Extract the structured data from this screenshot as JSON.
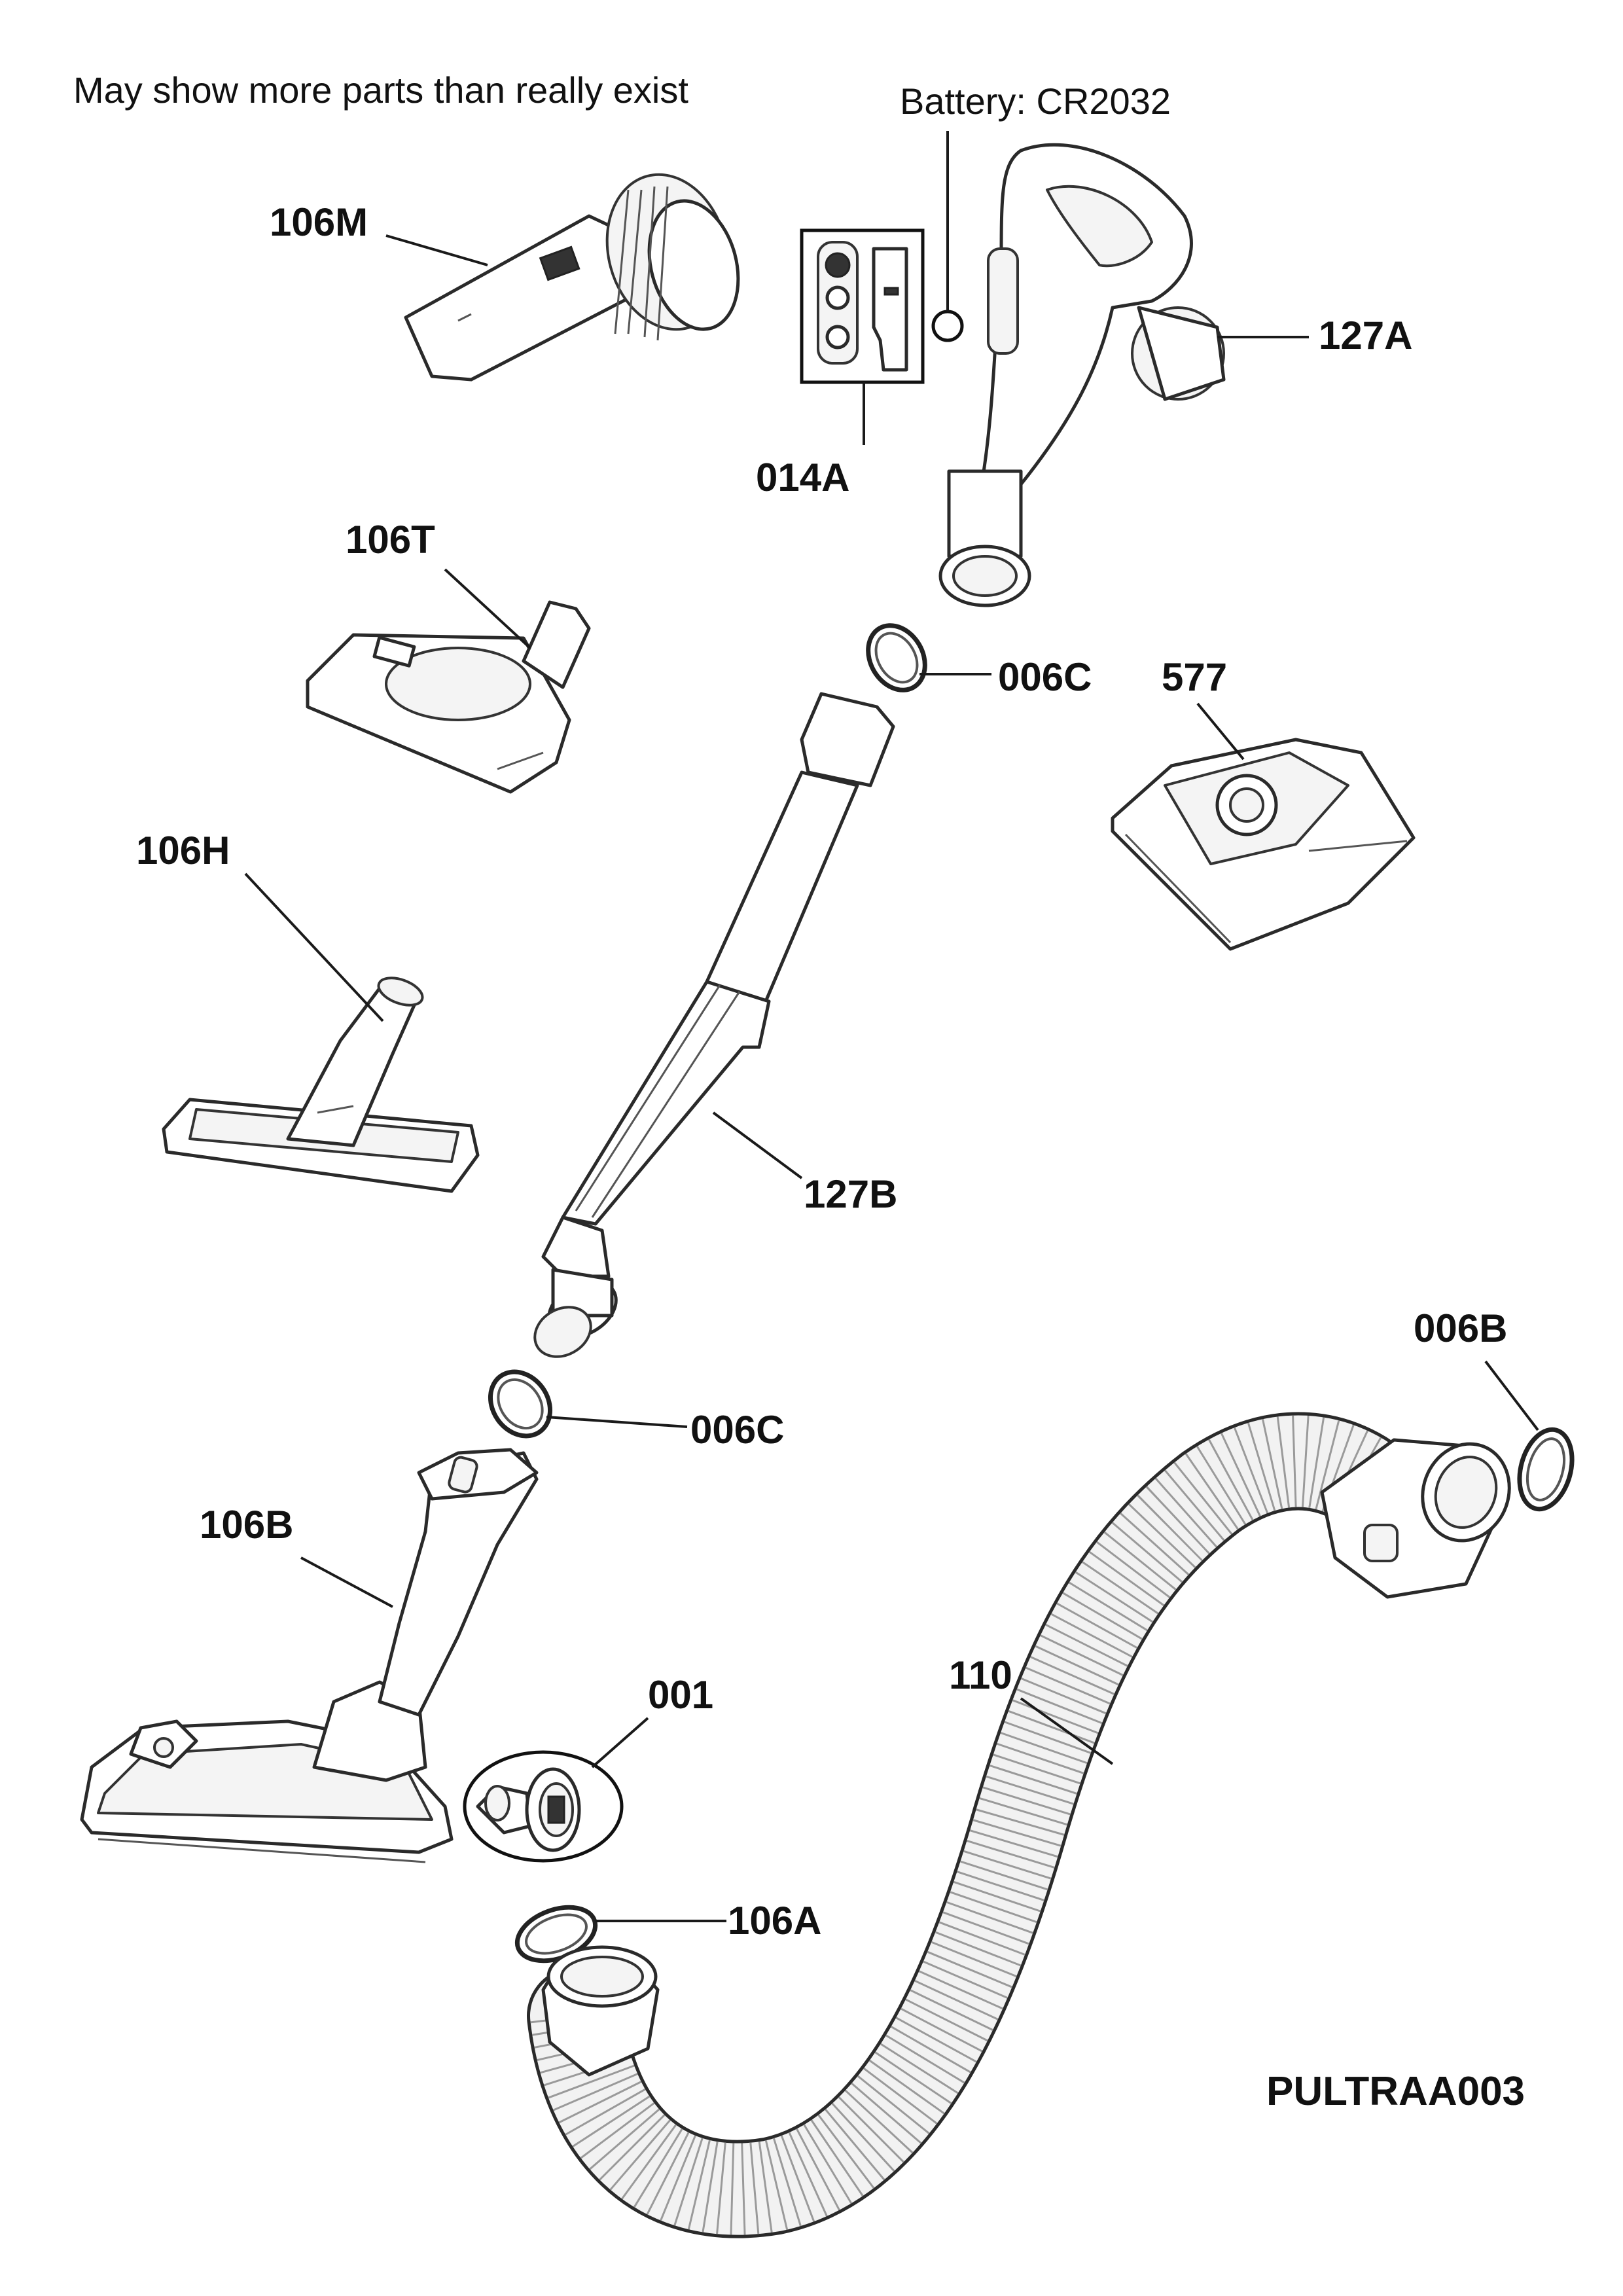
{
  "header": {
    "note": "May show more parts than really exist",
    "battery": "Battery: CR2032"
  },
  "parts": {
    "p106M": "106M",
    "p014A": "014A",
    "p127A": "127A",
    "p106T": "106T",
    "p006C_top": "006C",
    "p577": "577",
    "p106H": "106H",
    "p127B": "127B",
    "p006C_bottom": "006C",
    "p006B": "006B",
    "p106B": "106B",
    "p001": "001",
    "p110": "110",
    "p106A": "106A"
  },
  "footer": {
    "code": "PULTRAA003"
  }
}
